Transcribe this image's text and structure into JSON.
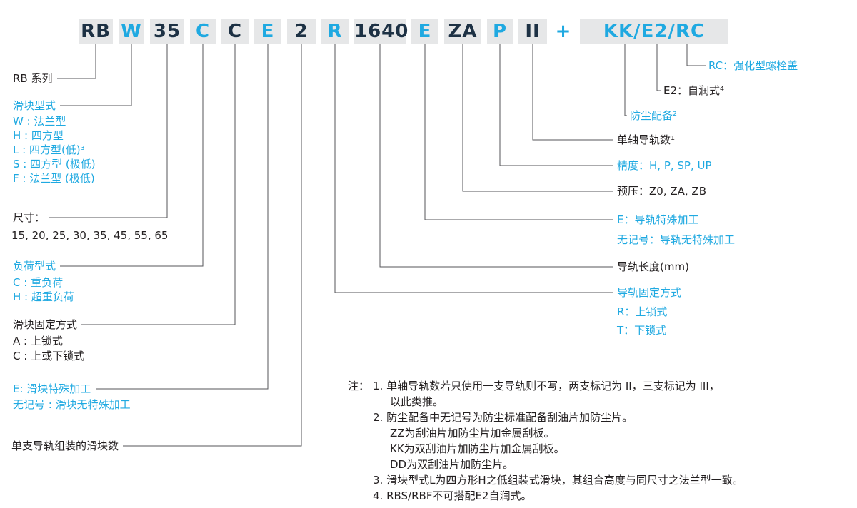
{
  "colors": {
    "accent_cyan": "#1fa9e1",
    "code_dark": "#1d3144",
    "text_black": "#231f20",
    "line_gray": "#55565a",
    "segment_bg": "#e6e7e8"
  },
  "code": {
    "segments": [
      {
        "text": "RB"
      },
      {
        "text": "W"
      },
      {
        "text": "35"
      },
      {
        "text": "C"
      },
      {
        "text": "C"
      },
      {
        "text": "E"
      },
      {
        "text": "2"
      },
      {
        "text": "R"
      },
      {
        "text": "1640"
      },
      {
        "text": "E"
      },
      {
        "text": "ZA"
      },
      {
        "text": "P"
      },
      {
        "text": "II"
      },
      {
        "text": "+"
      },
      {
        "text": "KK/E2/RC"
      }
    ]
  },
  "left": {
    "series": "RB 系列",
    "block_type": {
      "title": "滑块型式",
      "items": [
        "W : 法兰型",
        "H : 四方型",
        "L : 四方型(低)³",
        "S : 四方型 (极低)",
        "F : 法兰型 (极低)"
      ]
    },
    "size": {
      "title": "尺寸：",
      "values": "15, 20, 25, 30, 35, 45, 55, 65"
    },
    "load_type": {
      "title": "负荷型式",
      "items": [
        "C : 重负荷",
        "H : 超重负荷"
      ]
    },
    "block_mount": {
      "title": "滑块固定方式",
      "items": [
        "A : 上锁式",
        "C : 上或下锁式"
      ]
    },
    "block_special": {
      "title": "E: 滑块特殊加工",
      "sub": "无记号 : 滑块无特殊加工"
    },
    "blocks_per_rail": "单支导轨组装的滑块数"
  },
  "right": {
    "rc": "RC：强化型螺栓盖",
    "e2": "E2：自润式⁴",
    "dust": "防尘配备²",
    "rail_count": "单轴导轨数¹",
    "precision": "精度：H, P, SP, UP",
    "preload": "预压：Z0, ZA, ZB",
    "rail_special": {
      "title": "E：导轨特殊加工",
      "sub": "无记号：导轨无特殊加工"
    },
    "rail_length": "导轨长度(mm)",
    "rail_mount": {
      "title": "导轨固定方式",
      "items": [
        "R：上锁式",
        "T：下锁式"
      ]
    }
  },
  "notes": {
    "label": "注：",
    "lines": [
      "1. 单轴导轨数若只使用一支导轨则不写，两支标记为 II，三支标记为 III，",
      "以此类推。",
      "2. 防尘配备中无记号为防尘标准配备刮油片加防尘片。",
      "ZZ为刮油片加防尘片加金属刮板。",
      "KK为双刮油片加防尘片加金属刮板。",
      "DD为双刮油片加防尘片。",
      "3. 滑块型式L为四方形H之低组装式滑块，其组合高度与同尺寸之法兰型一致。",
      "4. RBS/RBF不可搭配E2自润式。"
    ]
  }
}
